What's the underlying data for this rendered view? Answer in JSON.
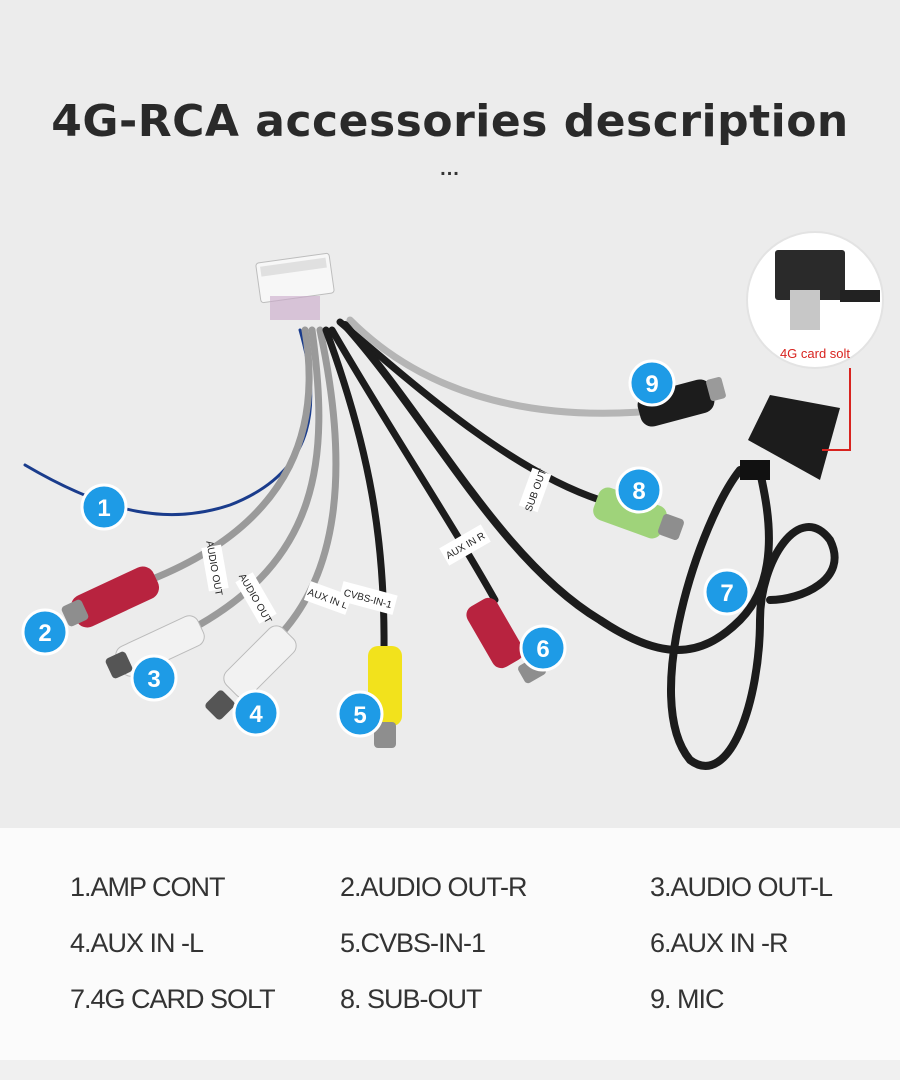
{
  "title": "4G-RCA accessories description",
  "title_dots": "...",
  "callout_label": "4G card solt",
  "badges": [
    "1",
    "2",
    "3",
    "4",
    "5",
    "6",
    "7",
    "8",
    "9"
  ],
  "cable_labels": {
    "audio_out_r": "AUDIO OUT",
    "audio_out_l": "AUDIO OUT",
    "aux_in_l": "AUX IN L",
    "cvbs": "CVBS-IN-1",
    "aux_in_r": "AUX IN R",
    "sub_out": "SUB OUT"
  },
  "legend": [
    "1.AMP CONT",
    "2.AUDIO OUT-R",
    "3.AUDIO OUT-L",
    "4.AUX IN -L",
    "5.CVBS-IN-1",
    "6.AUX IN -R",
    "7.4G CARD SOLT",
    "8. SUB-OUT",
    "9. MIC"
  ],
  "colors": {
    "badge": "#1e9be6",
    "callout_red": "#d8231f",
    "wire_grey": "#9a9a9a",
    "wire_black": "#1c1c1c",
    "wire_blue": "#1a3c8c",
    "rca_red": "#b8233f",
    "rca_white": "#f2f2f2",
    "rca_yellow": "#f2e21c",
    "rca_green": "#9fd37a"
  }
}
